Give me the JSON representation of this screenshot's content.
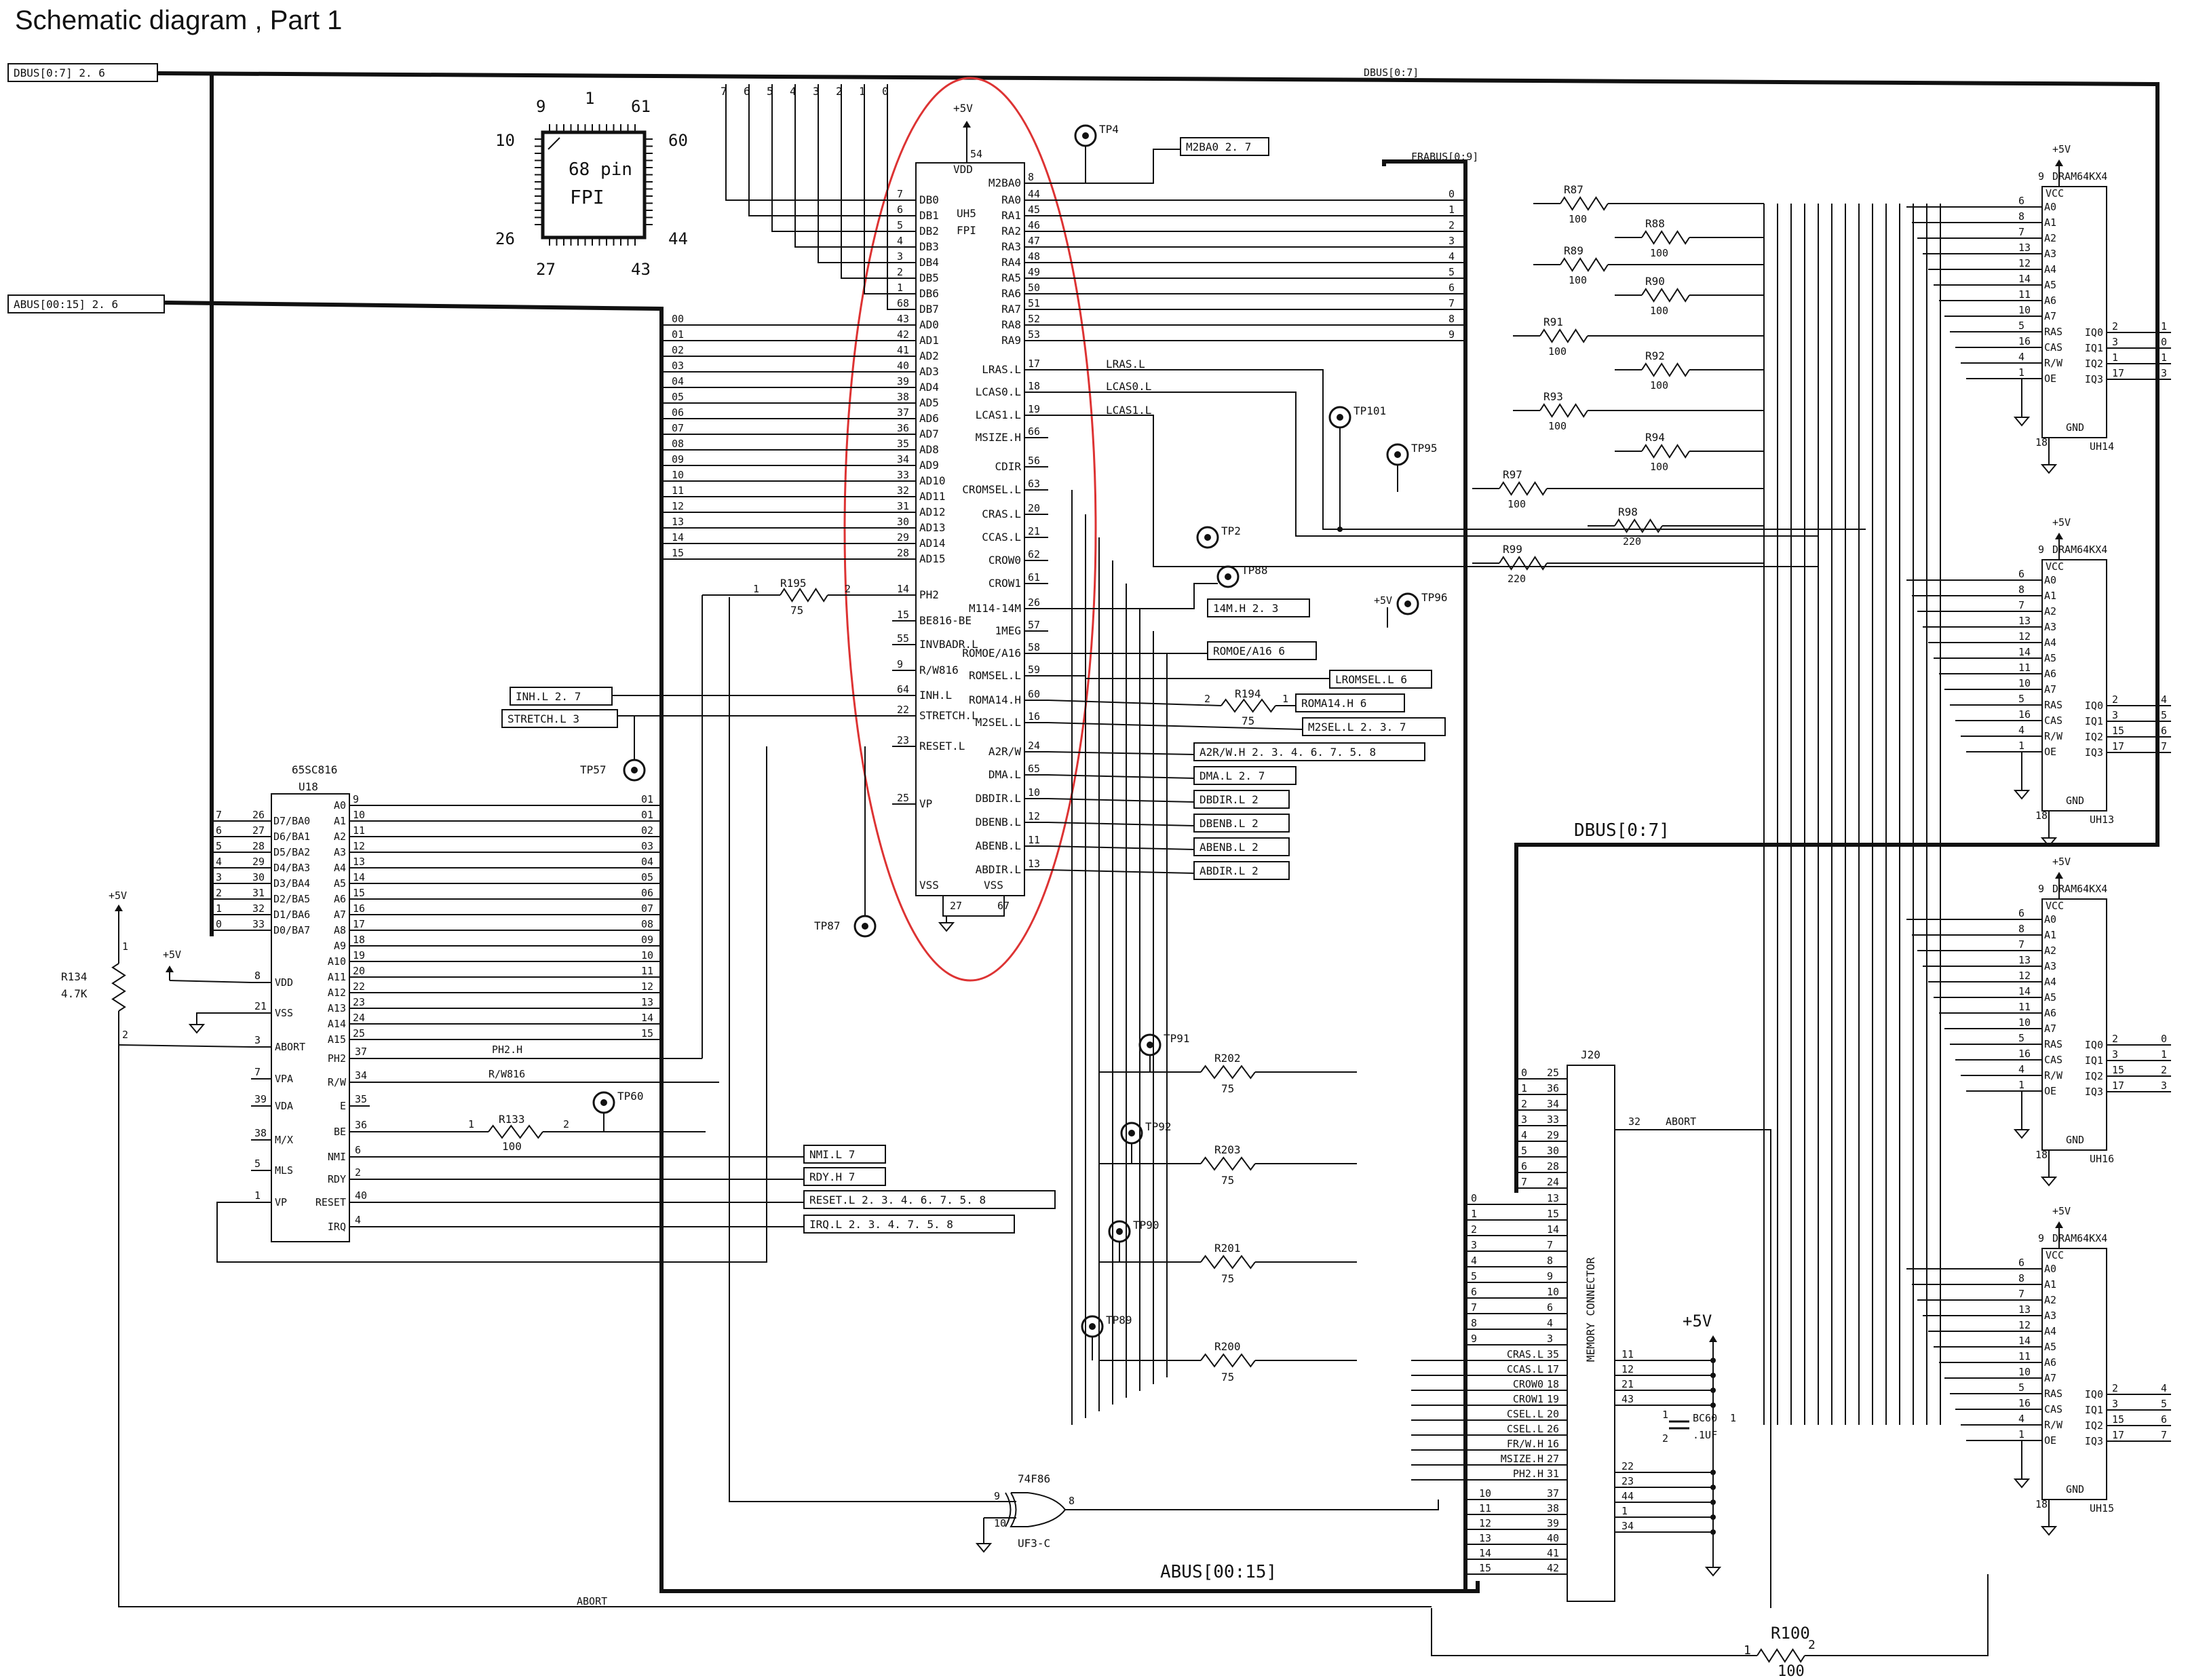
{
  "title": "Schematic diagram , Part 1",
  "buses": {
    "dbus_tag": "DBUS[0:7] 2. 6",
    "abus_tag": "ABUS[00:15] 2. 6",
    "dbus_top": "DBUS[0:7]",
    "frabus": "FRABUS[0:9]",
    "dbus_right": "DBUS[0:7]",
    "abus_bottom": "ABUS[00:15]",
    "abort_bottom": "ABORT"
  },
  "plcc": {
    "name": "68 pin",
    "sub": "FPI",
    "p9": "9",
    "p1": "1",
    "p61": "61",
    "p10": "10",
    "p60": "60",
    "p26": "26",
    "p44": "44",
    "p27": "27",
    "p43": "43"
  },
  "fpi": {
    "ref": "UH5",
    "type": "FPI",
    "vdd": "VDD",
    "plus5": "+5V",
    "vdd_pin": "54",
    "vss1": "VSS",
    "vss2": "VSS",
    "vss_pin1": "27",
    "vss_pin2": "67",
    "left_pins": [
      {
        "pin": "7",
        "name": "DB0"
      },
      {
        "pin": "6",
        "name": "DB1"
      },
      {
        "pin": "5",
        "name": "DB2"
      },
      {
        "pin": "4",
        "name": "DB3"
      },
      {
        "pin": "3",
        "name": "DB4"
      },
      {
        "pin": "2",
        "name": "DB5"
      },
      {
        "pin": "1",
        "name": "DB6"
      },
      {
        "pin": "68",
        "name": "DB7"
      },
      {
        "pin": "43",
        "name": "AD0"
      },
      {
        "pin": "42",
        "name": "AD1"
      },
      {
        "pin": "41",
        "name": "AD2"
      },
      {
        "pin": "40",
        "name": "AD3"
      },
      {
        "pin": "39",
        "name": "AD4"
      },
      {
        "pin": "38",
        "name": "AD5"
      },
      {
        "pin": "37",
        "name": "AD6"
      },
      {
        "pin": "36",
        "name": "AD7"
      },
      {
        "pin": "35",
        "name": "AD8"
      },
      {
        "pin": "34",
        "name": "AD9"
      },
      {
        "pin": "33",
        "name": "AD10"
      },
      {
        "pin": "32",
        "name": "AD11"
      },
      {
        "pin": "31",
        "name": "AD12"
      },
      {
        "pin": "30",
        "name": "AD13"
      },
      {
        "pin": "29",
        "name": "AD14"
      },
      {
        "pin": "28",
        "name": "AD15"
      },
      {
        "pin": "14",
        "name": "PH2"
      },
      {
        "pin": "15",
        "name": "BE816-BE"
      },
      {
        "pin": "55",
        "name": "INVBADR.L"
      },
      {
        "pin": "9",
        "name": "R/W816"
      },
      {
        "pin": "64",
        "name": "INH.L"
      },
      {
        "pin": "22",
        "name": "STRETCH.L"
      },
      {
        "pin": "23",
        "name": "RESET.L"
      },
      {
        "pin": "25",
        "name": "VP"
      }
    ],
    "right_pins": [
      {
        "pin": "8",
        "name": "M2BA0"
      },
      {
        "pin": "44",
        "name": "RA0"
      },
      {
        "pin": "45",
        "name": "RA1"
      },
      {
        "pin": "46",
        "name": "RA2"
      },
      {
        "pin": "47",
        "name": "RA3"
      },
      {
        "pin": "48",
        "name": "RA4"
      },
      {
        "pin": "49",
        "name": "RA5"
      },
      {
        "pin": "50",
        "name": "RA6"
      },
      {
        "pin": "51",
        "name": "RA7"
      },
      {
        "pin": "52",
        "name": "RA8"
      },
      {
        "pin": "53",
        "name": "RA9"
      },
      {
        "pin": "17",
        "name": "LRAS.L"
      },
      {
        "pin": "18",
        "name": "LCAS0.L"
      },
      {
        "pin": "19",
        "name": "LCAS1.L"
      },
      {
        "pin": "66",
        "name": "MSIZE.H"
      },
      {
        "pin": "56",
        "name": "CDIR"
      },
      {
        "pin": "63",
        "name": "CROMSEL.L"
      },
      {
        "pin": "20",
        "name": "CRAS.L"
      },
      {
        "pin": "21",
        "name": "CCAS.L"
      },
      {
        "pin": "62",
        "name": "CROW0"
      },
      {
        "pin": "61",
        "name": "CROW1"
      },
      {
        "pin": "26",
        "name": "M114-14M"
      },
      {
        "pin": "57",
        "name": "1MEG"
      },
      {
        "pin": "58",
        "name": "ROMOE/A16"
      },
      {
        "pin": "59",
        "name": "ROMSEL.L"
      },
      {
        "pin": "60",
        "name": "ROMA14.H"
      },
      {
        "pin": "16",
        "name": "M2SEL.L"
      },
      {
        "pin": "24",
        "name": "A2R/W"
      },
      {
        "pin": "65",
        "name": "DMA.L"
      },
      {
        "pin": "10",
        "name": "DBDIR.L"
      },
      {
        "pin": "12",
        "name": "DBENB.L"
      },
      {
        "pin": "11",
        "name": "ABENB.L"
      },
      {
        "pin": "13",
        "name": "ABDIR.L"
      }
    ]
  },
  "top_bits": [
    "7",
    "6",
    "5",
    "4",
    "3",
    "2",
    "1",
    "0"
  ],
  "cpu": {
    "type": "65SC816",
    "ref": "U18",
    "data_pins": [
      {
        "ext": "7",
        "pin": "26",
        "name": "D7/BA0"
      },
      {
        "ext": "6",
        "pin": "27",
        "name": "D6/BA1"
      },
      {
        "ext": "5",
        "pin": "28",
        "name": "D5/BA2"
      },
      {
        "ext": "4",
        "pin": "29",
        "name": "D4/BA3"
      },
      {
        "ext": "3",
        "pin": "30",
        "name": "D3/BA4"
      },
      {
        "ext": "2",
        "pin": "31",
        "name": "D2/BA5"
      },
      {
        "ext": "1",
        "pin": "32",
        "name": "D1/BA6"
      },
      {
        "ext": "0",
        "pin": "33",
        "name": "D0/BA7"
      }
    ],
    "ctrl_left": [
      {
        "pin": "8",
        "name": "VDD"
      },
      {
        "pin": "21",
        "name": "VSS"
      },
      {
        "pin": "3",
        "name": "ABORT"
      },
      {
        "pin": "7",
        "name": "VPA"
      },
      {
        "pin": "39",
        "name": "VDA"
      },
      {
        "pin": "38",
        "name": "M/X"
      },
      {
        "pin": "5",
        "name": "MLS"
      },
      {
        "pin": "1",
        "name": "VP"
      }
    ],
    "addr_pins": [
      {
        "pin": "9",
        "name": "A0",
        "bus": "01"
      },
      {
        "pin": "10",
        "name": "A1",
        "bus": "01"
      },
      {
        "pin": "11",
        "name": "A2",
        "bus": "02"
      },
      {
        "pin": "12",
        "name": "A3",
        "bus": "03"
      },
      {
        "pin": "13",
        "name": "A4",
        "bus": "04"
      },
      {
        "pin": "14",
        "name": "A5",
        "bus": "05"
      },
      {
        "pin": "15",
        "name": "A6",
        "bus": "06"
      },
      {
        "pin": "16",
        "name": "A7",
        "bus": "07"
      },
      {
        "pin": "17",
        "name": "A8",
        "bus": "08"
      },
      {
        "pin": "18",
        "name": "A9",
        "bus": "09"
      },
      {
        "pin": "19",
        "name": "A10",
        "bus": "10"
      },
      {
        "pin": "20",
        "name": "A11",
        "bus": "11"
      },
      {
        "pin": "22",
        "name": "A12",
        "bus": "12"
      },
      {
        "pin": "23",
        "name": "A13",
        "bus": "13"
      },
      {
        "pin": "24",
        "name": "A14",
        "bus": "14"
      },
      {
        "pin": "25",
        "name": "A15",
        "bus": "15"
      }
    ],
    "ctrl_right": [
      {
        "pin": "37",
        "name": "PH2"
      },
      {
        "pin": "34",
        "name": "R/W"
      },
      {
        "pin": "35",
        "name": "E"
      },
      {
        "pin": "36",
        "name": "BE"
      },
      {
        "pin": "6",
        "name": "NMI"
      },
      {
        "pin": "2",
        "name": "RDY"
      },
      {
        "pin": "40",
        "name": "RESET"
      },
      {
        "pin": "4",
        "name": "IRQ"
      }
    ],
    "ph2_net": "PH2.H",
    "rw_net": "R/W816"
  },
  "ad_bus_labels": [
    "00",
    "01",
    "02",
    "03",
    "04",
    "05",
    "06",
    "07",
    "08",
    "09",
    "10",
    "11",
    "12",
    "13",
    "14",
    "15"
  ],
  "ra_bus_labels": [
    "0",
    "1",
    "2",
    "3",
    "4",
    "5",
    "6",
    "7",
    "8",
    "9"
  ],
  "resistors": {
    "r134": {
      "ref": "R134",
      "val": "4.7K",
      "plus": "+5V",
      "p1": "1",
      "p2": "2"
    },
    "r195": {
      "ref": "R195",
      "val": "75",
      "p1": "1",
      "p2": "2"
    },
    "r133": {
      "ref": "R133",
      "val": "100",
      "p1": "1",
      "p2": "2"
    },
    "r194": {
      "ref": "R194",
      "val": "75",
      "p1": "2",
      "p2": "1"
    },
    "r100": {
      "ref": "R100",
      "val": "100",
      "p1": "1",
      "p2": "2"
    },
    "right": [
      {
        "ref": "R87",
        "val": "100"
      },
      {
        "ref": "R88",
        "val": "100"
      },
      {
        "ref": "R89",
        "val": "100"
      },
      {
        "ref": "R90",
        "val": "100"
      },
      {
        "ref": "R91",
        "val": "100"
      },
      {
        "ref": "R92",
        "val": "100"
      },
      {
        "ref": "R93",
        "val": "100"
      },
      {
        "ref": "R94",
        "val": "100"
      },
      {
        "ref": "R97",
        "val": "100"
      },
      {
        "ref": "R98",
        "val": "220"
      },
      {
        "ref": "R99",
        "val": "220"
      }
    ],
    "mem": [
      {
        "ref": "R202",
        "val": "75"
      },
      {
        "ref": "R203",
        "val": "75"
      },
      {
        "ref": "R201",
        "val": "75"
      },
      {
        "ref": "R200",
        "val": "75"
      }
    ]
  },
  "testpoints": {
    "tp4": "TP4",
    "tp101": "TP101",
    "tp95": "TP95",
    "tp2": "TP2",
    "tp88": "TP88",
    "tp96": "TP96",
    "tp57": "TP57",
    "tp87": "TP87",
    "tp60": "TP60",
    "tp91": "TP91",
    "tp92": "TP92",
    "tp90": "TP90",
    "tp89": "TP89"
  },
  "net_tags": {
    "m2ba0": "M2BA0 2. 7",
    "m14": "14M.H 2. 3",
    "romoe": "ROMOE/A16 6",
    "lromsel": "LROMSEL.L 6",
    "roma14": "ROMA14.H 6",
    "m2sel": "M2SEL.L 2. 3. 7",
    "a2rw": "A2R/W.H 2. 3. 4. 6. 7. 5. 8",
    "dma": "DMA.L 2. 7",
    "dbdir": "DBDIR.L 2",
    "dbenb": "DBENB.L 2",
    "abenb": "ABENB.L 2",
    "abdir": "ABDIR.L 2",
    "inh": "INH.L 2. 7",
    "stretch": "STRETCH.L 3",
    "nmi": "NMI.L 7",
    "rdy": "RDY.H 7",
    "reset": "RESET.L 2. 3. 4. 6. 7. 5. 8",
    "irq": "IRQ.L 2. 3. 4. 7. 5. 8",
    "lras": "LRAS.L",
    "lcas0": "LCAS0.L",
    "lcas1": "LCAS1.L",
    "plus5": "+5V"
  },
  "drams": [
    {
      "type": "DRAM64KX4",
      "ref": "UH14",
      "plus": "+5V",
      "vcc": "VCC",
      "gnd": "GND",
      "vcc_pin": "9",
      "gnd_pin": "18",
      "outs": [
        "2",
        "3",
        "1",
        "17"
      ],
      "q": [
        "1",
        "0",
        "1",
        "3"
      ]
    },
    {
      "type": "DRAM64KX4",
      "ref": "UH13",
      "plus": "+5V",
      "vcc": "VCC",
      "gnd": "GND",
      "vcc_pin": "9",
      "gnd_pin": "18",
      "outs": [
        "2",
        "3",
        "15",
        "17"
      ],
      "q": [
        "4",
        "5",
        "6",
        "7"
      ]
    },
    {
      "type": "DRAM64KX4",
      "ref": "UH16",
      "plus": "+5V",
      "vcc": "VCC",
      "gnd": "GND",
      "vcc_pin": "9",
      "gnd_pin": "18",
      "outs": [
        "2",
        "3",
        "15",
        "17"
      ],
      "q": [
        "0",
        "1",
        "2",
        "3"
      ]
    },
    {
      "type": "DRAM64KX4",
      "ref": "UH15",
      "plus": "+5V",
      "vcc": "VCC",
      "gnd": "GND",
      "vcc_pin": "9",
      "gnd_pin": "18",
      "outs": [
        "2",
        "3",
        "15",
        "17"
      ],
      "q": [
        "4",
        "5",
        "6",
        "7"
      ]
    }
  ],
  "dram_left_pins": [
    {
      "pin": "6",
      "name": "A0"
    },
    {
      "pin": "8",
      "name": "A1"
    },
    {
      "pin": "7",
      "name": "A2"
    },
    {
      "pin": "13",
      "name": "A3"
    },
    {
      "pin": "12",
      "name": "A4"
    },
    {
      "pin": "14",
      "name": "A5"
    },
    {
      "pin": "11",
      "name": "A6"
    },
    {
      "pin": "10",
      "name": "A7"
    },
    {
      "pin": "5",
      "name": "RAS"
    },
    {
      "pin": "16",
      "name": "CAS"
    },
    {
      "pin": "4",
      "name": "R/W"
    },
    {
      "pin": "1",
      "name": "OE"
    }
  ],
  "dram_right_names": [
    "IQ0",
    "IQ1",
    "IQ2",
    "IQ3"
  ],
  "connector": {
    "ref": "J20",
    "name": "MEMORY CONNECTOR",
    "abort_pin": "32",
    "abort": "ABORT",
    "top_rows": [
      {
        "n": "0",
        "pin": "25"
      },
      {
        "n": "1",
        "pin": "36"
      },
      {
        "n": "2",
        "pin": "34"
      },
      {
        "n": "3",
        "pin": "33"
      },
      {
        "n": "4",
        "pin": "29"
      },
      {
        "n": "5",
        "pin": "30"
      },
      {
        "n": "6",
        "pin": "28"
      },
      {
        "n": "7",
        "pin": "24"
      }
    ],
    "addr_rows": [
      {
        "n": "0",
        "pin": "13"
      },
      {
        "n": "1",
        "pin": "15"
      },
      {
        "n": "2",
        "pin": "14"
      },
      {
        "n": "3",
        "pin": "7"
      },
      {
        "n": "4",
        "pin": "8"
      },
      {
        "n": "5",
        "pin": "9"
      },
      {
        "n": "6",
        "pin": "10"
      },
      {
        "n": "7",
        "pin": "6"
      },
      {
        "n": "8",
        "pin": "4"
      },
      {
        "n": "9",
        "pin": "3"
      }
    ],
    "sig_rows": [
      {
        "name": "CRAS.L",
        "pin": "35"
      },
      {
        "name": "CCAS.L",
        "pin": "17"
      },
      {
        "name": "CROW0",
        "pin": "18"
      },
      {
        "name": "CROW1",
        "pin": "19"
      },
      {
        "name": "CSEL.L",
        "pin": "20"
      },
      {
        "name": "CSEL.L",
        "pin": "26"
      },
      {
        "name": "FR/W.H",
        "pin": "16"
      },
      {
        "name": "MSIZE.H",
        "pin": "27"
      },
      {
        "name": "PH2.H",
        "pin": "31"
      }
    ],
    "low_rows": [
      {
        "n": "10",
        "pin": "37"
      },
      {
        "n": "11",
        "pin": "38"
      },
      {
        "n": "12",
        "pin": "39"
      },
      {
        "n": "13",
        "pin": "40"
      },
      {
        "n": "14",
        "pin": "41"
      },
      {
        "n": "15",
        "pin": "42"
      }
    ],
    "right_pins_a": [
      "11",
      "12",
      "21",
      "43"
    ],
    "right_pins_b": [
      "22",
      "23",
      "44",
      "1",
      "34"
    ]
  },
  "cap": {
    "ref": "BC60",
    "val": ".1UF",
    "suffix": "1",
    "p1": "1",
    "p2": "2",
    "plus": "+5V"
  },
  "gate": {
    "type": "74F86",
    "ref": "UF3-C",
    "in1": "9",
    "in2": "10",
    "out": "8"
  }
}
